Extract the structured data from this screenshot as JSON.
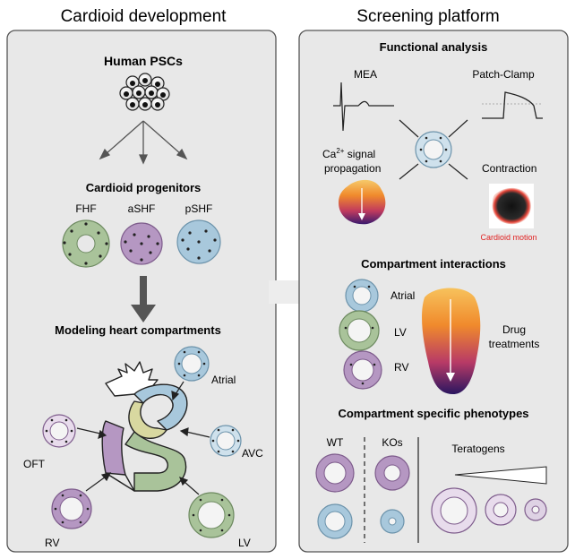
{
  "left_panel": {
    "title": "Cardioid development",
    "source": "Human PSCs",
    "progenitors": {
      "heading": "Cardioid progenitors",
      "labels": [
        "FHF",
        "aSHF",
        "pSHF"
      ]
    },
    "compartments": {
      "heading": "Modeling heart compartments",
      "labels": {
        "atrial": "Atrial",
        "avc": "AVC",
        "oft": "OFT",
        "lv": "LV",
        "rv": "RV"
      }
    }
  },
  "right_panel": {
    "title": "Screening platform",
    "functional": {
      "heading": "Functional analysis",
      "mea": "MEA",
      "patch": "Patch-Clamp",
      "ca_main": "Ca",
      "ca_sup": "2+",
      "ca_rest": " signal",
      "ca_line2": "propagation",
      "contraction": "Contraction",
      "motion": "Cardioid motion"
    },
    "interactions": {
      "heading": "Compartment interactions",
      "labels": [
        "Atrial",
        "LV",
        "RV"
      ],
      "drug_line1": "Drug",
      "drug_line2": "treatments"
    },
    "phenotypes": {
      "heading": "Compartment specific phenotypes",
      "wt": "WT",
      "kos": "KOs",
      "teratogens": "Teratogens"
    }
  },
  "colors": {
    "panel_bg": "#e8e8e8",
    "green": "#a9c39a",
    "purple": "#b597c2",
    "blue": "#a8c8dc",
    "motion_text": "#e01f1f"
  }
}
